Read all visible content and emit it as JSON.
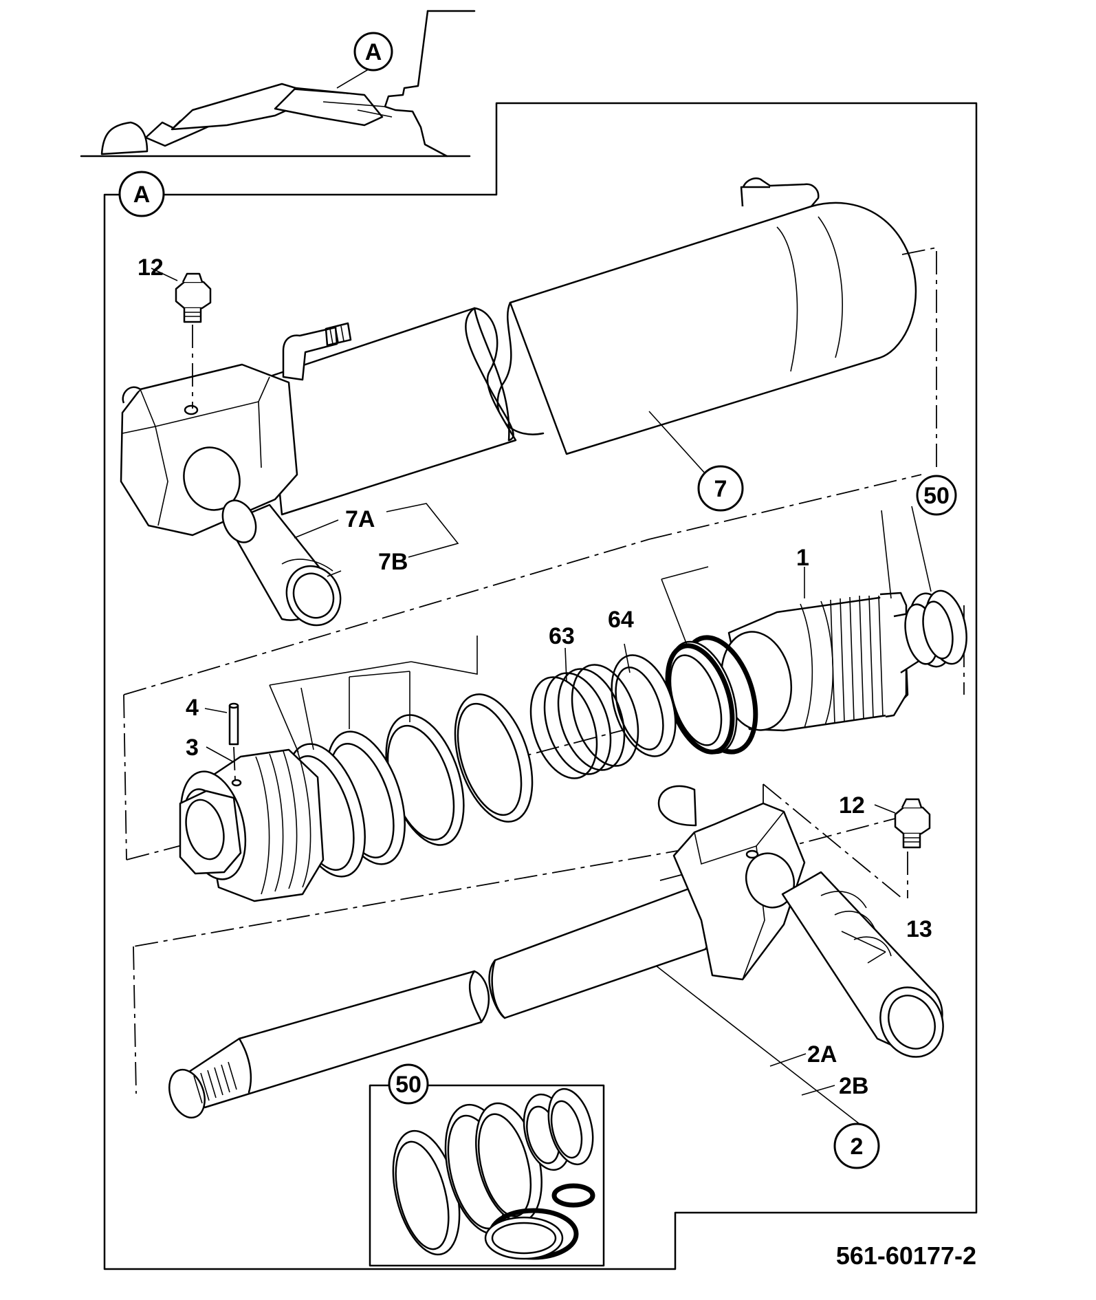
{
  "view_marker": "A",
  "part_labels": {
    "p1": "1",
    "p2": "2",
    "p2a": "2A",
    "p2b": "2B",
    "p3": "3",
    "p4": "4",
    "p7": "7",
    "p7a": "7A",
    "p7b": "7B",
    "p12": "12",
    "p13": "13",
    "p50": "50",
    "p63": "63",
    "p64": "64"
  },
  "drawing_number": "561-60177-2"
}
